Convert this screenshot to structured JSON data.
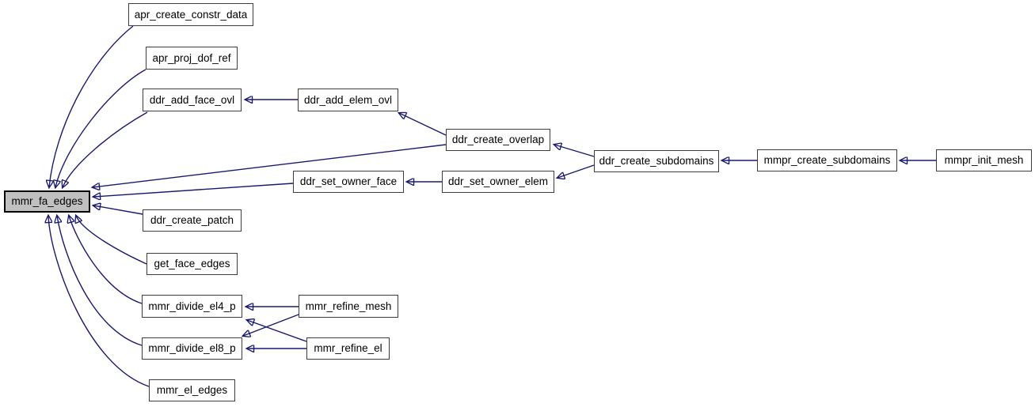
{
  "diagram": {
    "kind": "doxygen-caller-graph",
    "focus_function": "mmr_fa_edges",
    "colors": {
      "background": "#ffffff",
      "edge": "#191970",
      "node_border": "#3d3d3d",
      "node_fill": "#ffffff",
      "highlight_fill": "#c0c0c0",
      "highlight_border": "#000000",
      "text": "#000000"
    }
  },
  "nodes": [
    {
      "id": "apr_create_constr_data",
      "label": "apr_create_constr_data",
      "highlighted": false
    },
    {
      "id": "apr_proj_dof_ref",
      "label": "apr_proj_dof_ref",
      "highlighted": false
    },
    {
      "id": "ddr_add_face_ovl",
      "label": "ddr_add_face_ovl",
      "highlighted": false
    },
    {
      "id": "ddr_add_elem_ovl",
      "label": "ddr_add_elem_ovl",
      "highlighted": false
    },
    {
      "id": "ddr_create_overlap",
      "label": "ddr_create_overlap",
      "highlighted": false
    },
    {
      "id": "ddr_create_subdomains",
      "label": "ddr_create_subdomains",
      "highlighted": false
    },
    {
      "id": "mmpr_create_subdomains",
      "label": "mmpr_create_subdomains",
      "highlighted": false
    },
    {
      "id": "mmpr_init_mesh",
      "label": "mmpr_init_mesh",
      "highlighted": false
    },
    {
      "id": "ddr_set_owner_face",
      "label": "ddr_set_owner_face",
      "highlighted": false
    },
    {
      "id": "ddr_set_owner_elem",
      "label": "ddr_set_owner_elem",
      "highlighted": false
    },
    {
      "id": "mmr_fa_edges",
      "label": "mmr_fa_edges",
      "highlighted": true
    },
    {
      "id": "ddr_create_patch",
      "label": "ddr_create_patch",
      "highlighted": false
    },
    {
      "id": "get_face_edges",
      "label": "get_face_edges",
      "highlighted": false
    },
    {
      "id": "mmr_divide_el4_p",
      "label": "mmr_divide_el4_p",
      "highlighted": false
    },
    {
      "id": "mmr_refine_mesh",
      "label": "mmr_refine_mesh",
      "highlighted": false
    },
    {
      "id": "mmr_divide_el8_p",
      "label": "mmr_divide_el8_p",
      "highlighted": false
    },
    {
      "id": "mmr_refine_el",
      "label": "mmr_refine_el",
      "highlighted": false
    },
    {
      "id": "mmr_el_edges",
      "label": "mmr_el_edges",
      "highlighted": false
    }
  ],
  "edges": [
    {
      "from": "apr_create_constr_data",
      "to": "mmr_fa_edges"
    },
    {
      "from": "apr_proj_dof_ref",
      "to": "mmr_fa_edges"
    },
    {
      "from": "ddr_add_face_ovl",
      "to": "mmr_fa_edges"
    },
    {
      "from": "ddr_add_elem_ovl",
      "to": "ddr_add_face_ovl"
    },
    {
      "from": "ddr_create_overlap",
      "to": "ddr_add_elem_ovl"
    },
    {
      "from": "ddr_create_overlap",
      "to": "mmr_fa_edges"
    },
    {
      "from": "ddr_create_subdomains",
      "to": "ddr_create_overlap"
    },
    {
      "from": "ddr_create_subdomains",
      "to": "ddr_set_owner_elem"
    },
    {
      "from": "mmpr_create_subdomains",
      "to": "ddr_create_subdomains"
    },
    {
      "from": "mmpr_init_mesh",
      "to": "mmpr_create_subdomains"
    },
    {
      "from": "ddr_set_owner_elem",
      "to": "ddr_set_owner_face"
    },
    {
      "from": "ddr_set_owner_face",
      "to": "mmr_fa_edges"
    },
    {
      "from": "ddr_create_patch",
      "to": "mmr_fa_edges"
    },
    {
      "from": "get_face_edges",
      "to": "mmr_fa_edges"
    },
    {
      "from": "mmr_divide_el4_p",
      "to": "mmr_fa_edges"
    },
    {
      "from": "mmr_divide_el8_p",
      "to": "mmr_fa_edges"
    },
    {
      "from": "mmr_refine_mesh",
      "to": "mmr_divide_el4_p"
    },
    {
      "from": "mmr_refine_mesh",
      "to": "mmr_divide_el8_p"
    },
    {
      "from": "mmr_refine_el",
      "to": "mmr_divide_el4_p"
    },
    {
      "from": "mmr_refine_el",
      "to": "mmr_divide_el8_p"
    },
    {
      "from": "mmr_el_edges",
      "to": "mmr_fa_edges"
    }
  ]
}
